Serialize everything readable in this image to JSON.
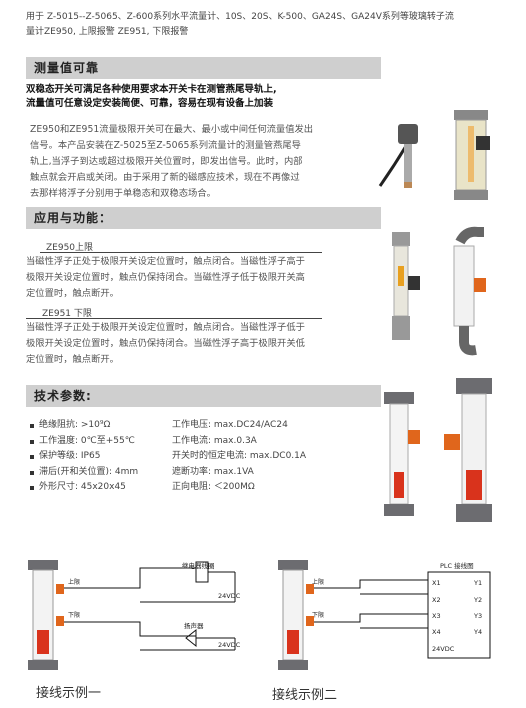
{
  "intro": {
    "line1": "用于 Z-5015--Z-5065、Z-600系列水平流量计、10S、20S、K-500、GA24S、GA24V系列等玻璃转子流",
    "line2": "量计ZE950, 上限报警      ZE951, 下限报警"
  },
  "section1": {
    "title": "测量值可靠",
    "bold_line1": "双稳态开关可满足各种使用要求本开关卡在测管燕尾导轨上,",
    "bold_line2": "流量值可任意设定安装简便、可靠，容易在现有设备上加装",
    "para_lines": [
      "ZE950和ZE951流量极限开关可在最大、最小或中间任何流量值发出",
      "信号。本产品安装在Z-5025至Z-5065系列流量计的测量管燕尾导",
      "轨上,当浮子到达或超过极限开关位置时，即发出信号。此时，内部",
      "触点就会开启或关闭。由于采用了新的磁感应技术，现在不再像过",
      "去那样将浮子分别用于单稳态和双稳态场合。"
    ]
  },
  "section2": {
    "title": "应用与功能：",
    "ze950_label": "ZE950上限",
    "ze950_lines": [
      "当磁性浮子正处于极限开关设定位置时，触点闭合。当磁性浮子高于",
      "极限开关设定位置时，触点仍保持闭合。当磁性浮子低于极限开关高",
      "定位置时，触点断开。"
    ],
    "ze951_label": "ZE951 下限",
    "ze951_lines": [
      "当磁性浮子正处于极限开关设定位置时，触点闭合。当磁性浮子低于",
      "极限开关设定位置时，触点仍保持闭合。当磁性浮子高于极限开关低",
      "定位置时，触点断开。"
    ]
  },
  "section3": {
    "title": "技术参数:",
    "left": [
      "绝缘阻抗: >10⁹Ω",
      "工作温度: 0℃至+55℃",
      "保护等级: IP65",
      "滞后(开和关位置): 4mm",
      "外形尺寸: 45x20x45"
    ],
    "right": [
      "工作电压: max.DC24/AC24",
      "工作电流: max.0.3A",
      "开关时的恒定电流: max.DC0.1A",
      "遮断功率: max.1VA",
      "正向电阻: ＜200MΩ"
    ]
  },
  "diagram1": {
    "relay_label": "继电器线圈",
    "upper": "上限",
    "lower": "下限",
    "v1": "24VDC",
    "buzzer_label": "扬声器",
    "v2": "24VDC",
    "caption": "接线示例一"
  },
  "diagram2": {
    "plc_title": "PLC 接线图",
    "upper": "上限",
    "lower": "下限",
    "x": [
      "X1",
      "X2",
      "X3",
      "X4"
    ],
    "y": [
      "Y1",
      "Y2",
      "Y3",
      "Y4"
    ],
    "v": "24VDC",
    "caption": "接线示例二"
  },
  "colors": {
    "section_bar": "#cfcfcf",
    "float_red": "#d9331c",
    "switch_orange": "#e0661c",
    "pipe_gray": "#6c6c70"
  }
}
